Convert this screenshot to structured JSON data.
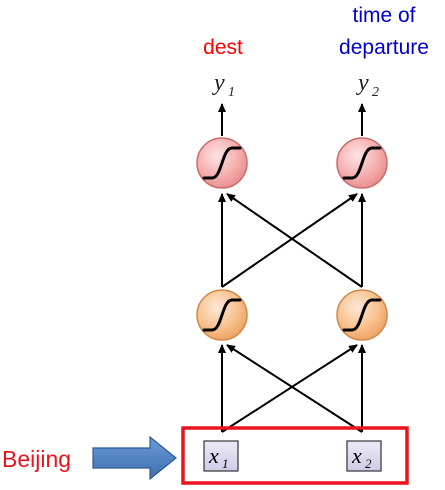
{
  "outputs": {
    "y1_label": "dest",
    "y2_label_line1": "time of",
    "y2_label_line2": "departure",
    "y1_var": "y",
    "y1_sub": "1",
    "y2_var": "y",
    "y2_sub": "2"
  },
  "inputs": {
    "x1_var": "x",
    "x1_sub": "1",
    "x2_var": "x",
    "x2_sub": "2",
    "source_label": "Beijing"
  },
  "colors": {
    "output_label_1": "#ff0000",
    "output_label_2": "#0000cc",
    "input_box_border": "#e8141e",
    "source_label": "#e8141e",
    "arrow_fill": "#4a7dc0",
    "output_neuron": "#f4a6a6",
    "hidden_neuron": "#f8bf88",
    "input_node": "#d8d6ee"
  },
  "icons": {
    "neuron": "sigmoid-curve-icon",
    "source_arrow": "right-arrow-icon"
  }
}
